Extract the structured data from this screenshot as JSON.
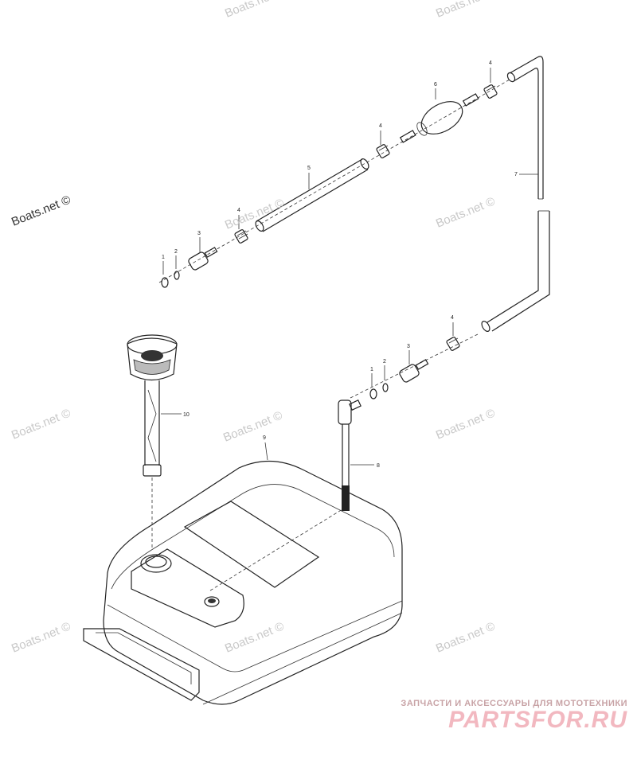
{
  "watermark": "Boats.net ©",
  "callouts": {
    "p1a": "1",
    "p2a": "2",
    "p3a": "3",
    "p4a": "4",
    "p5": "5",
    "p4b": "4",
    "p6": "6",
    "p4c": "4",
    "p7": "7",
    "p1b": "1",
    "p2b": "2",
    "p3b": "3",
    "p4d": "4",
    "p8": "8",
    "p9": "9",
    "p10": "10"
  },
  "banner": {
    "tagline": "ЗАПЧАСТИ И АКСЕССУАРЫ ДЛЯ МОТОТЕХНИКИ",
    "logo": "PARTSFOR.RU"
  }
}
